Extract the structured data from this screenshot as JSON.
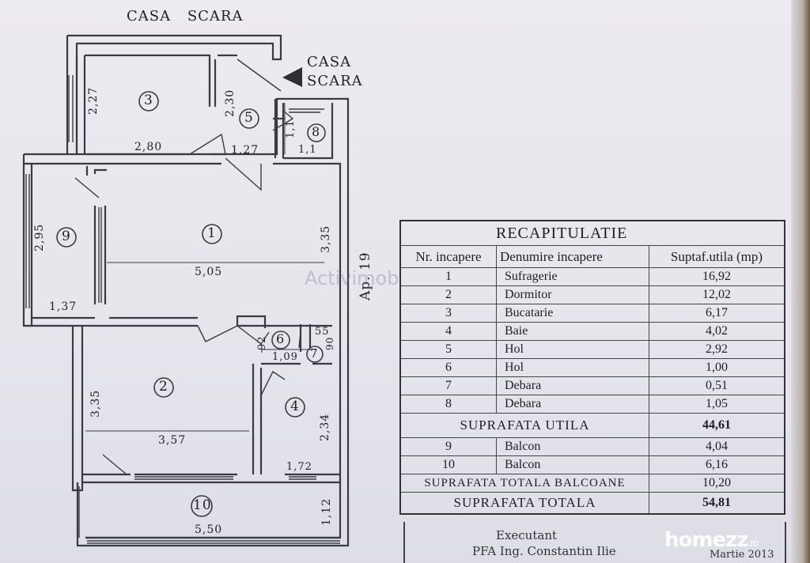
{
  "labels": {
    "stair_top": "CASA    SCARA",
    "stair_side_1": "CASA",
    "stair_side_2": "SCARA",
    "apartment": "Ap. 19"
  },
  "rooms": [
    "1",
    "2",
    "3",
    "4",
    "5",
    "6",
    "7",
    "8",
    "9",
    "10"
  ],
  "dimensions": {
    "d227": "2,27",
    "d280": "2,80",
    "d230": "2,30",
    "d127": "1,27",
    "d11a": "1,1",
    "d11b": "1,1",
    "d295": "2,95",
    "d137": "1,37",
    "d505": "5,05",
    "d335a": "3,35",
    "d335b": "3,35",
    "d357": "3,57",
    "d92": "92",
    "d109": "1,09",
    "d55": "55",
    "d90": "90",
    "d234": "2,34",
    "d172": "1,72",
    "d550": "5,50",
    "d112": "1,12"
  },
  "recap": {
    "title": "RECAPITULATIE",
    "headers": [
      "Nr. incapere",
      "Denumire incapere",
      "Suptaf.utila (mp)"
    ],
    "rows": [
      [
        "1",
        "Sufragerie",
        "16,92"
      ],
      [
        "2",
        "Dormitor",
        "12,02"
      ],
      [
        "3",
        "Bucatarie",
        "6,17"
      ],
      [
        "4",
        "Baie",
        "4,02"
      ],
      [
        "5",
        "Hol",
        "2,92"
      ],
      [
        "6",
        "Hol",
        "1,00"
      ],
      [
        "7",
        "Debara",
        "0,51"
      ],
      [
        "8",
        "Debara",
        "1,05"
      ]
    ],
    "util_label": "SUPRAFATA   UTILA",
    "util_value": "44,61",
    "balcony_rows": [
      [
        "9",
        "Balcon",
        "4,04"
      ],
      [
        "10",
        "Balcon",
        "6,16"
      ]
    ],
    "balcony_total_label": "SUPRAFATA TOTALA BALCOANE",
    "balcony_total_value": "10,20",
    "total_label": "SUPRAFATA   TOTALA",
    "total_value": "54,81"
  },
  "executant": {
    "line1": "Executant",
    "line2": "PFA Ing. Constantin Ilie",
    "date": "Martie 2013"
  },
  "watermarks": {
    "center": "Activimob",
    "corner": "homezz",
    "corner_suffix": ".ro"
  },
  "colors": {
    "line": "#3a3a40",
    "paper": "#ecebf1",
    "hatch": "#6a6a70"
  }
}
